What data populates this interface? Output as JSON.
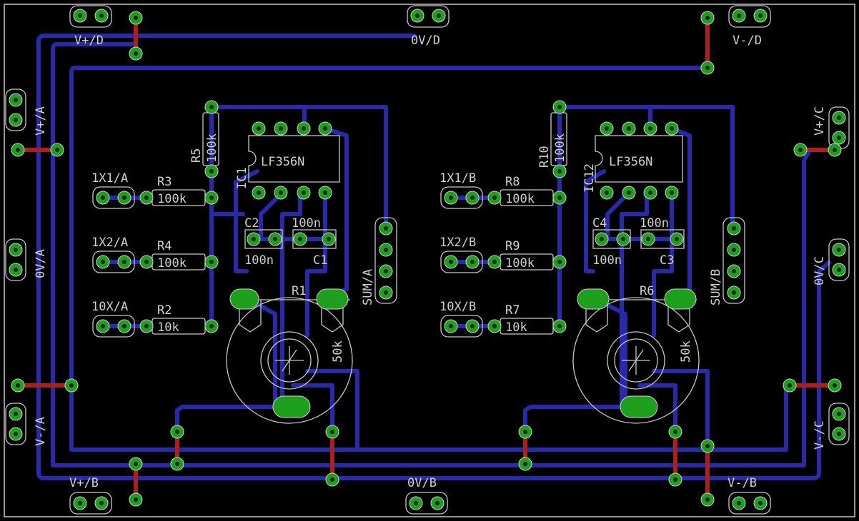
{
  "colors": {
    "background": "#000000",
    "board_outline": "#c8c8c8",
    "trace_bottom": "#2a2aa8",
    "trace_top": "#a82020",
    "pad": "#1ea01e",
    "pad_hole": "#1a1a1a",
    "silk": "#c8c8c8",
    "via_ring": "#cfcfcf"
  },
  "labels": {
    "vplus_d": "V+/D",
    "zero_d": "0V/D",
    "vminus_d": "V-/D",
    "vplus_a": "V+/A",
    "zero_a": "0V/A",
    "vminus_a": "V-/A",
    "vplus_b": "V+/B",
    "zero_b": "0V/B",
    "vminus_b": "V-/B",
    "vplus_c": "V+/C",
    "zero_c": "0V/C",
    "vminus_c": "V-/C",
    "x1a": "1X1/A",
    "x2a": "1X2/A",
    "x10a": "10X/A",
    "x1b": "1X1/B",
    "x2b": "1X2/B",
    "x10b": "10X/B",
    "r3": "R3",
    "r3v": "100k",
    "r4": "R4",
    "r4v": "100k",
    "r2": "R2",
    "r2v": "10k",
    "r5": "R5",
    "r5v": "100k",
    "r8": "R8",
    "r8v": "100k",
    "r9": "R9",
    "r9v": "100k",
    "r7": "R7",
    "r7v": "10k",
    "r10": "R10",
    "r10v": "100k",
    "ic1": "IC1",
    "ic1v": "LF356N",
    "ic12": "IC12",
    "ic12v": "LF356N",
    "c2": "C2",
    "c2v": "100n",
    "c1": "C1",
    "c1v": "100n",
    "c4": "C4",
    "c4v": "100n",
    "c3": "C3",
    "c3v": "100n",
    "r1": "R1",
    "r1v": "50k",
    "r6": "R6",
    "r6v": "50k",
    "suma": "SUM/A",
    "sumb": "SUM/B"
  }
}
